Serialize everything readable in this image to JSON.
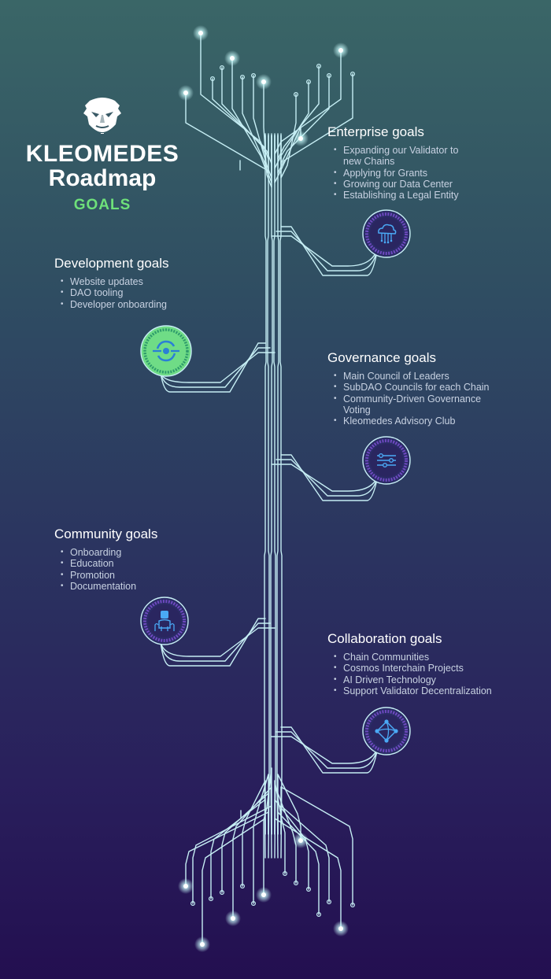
{
  "brand": {
    "logo_icon": "kleomedes-face-icon",
    "title_line1": "KLEOMEDES",
    "title_line2": "Roadmap",
    "subtitle": "GOALS"
  },
  "colors": {
    "circuit": "#c6eef4",
    "glow": "#ccffff",
    "accent_green": "#6ee17a",
    "badge_purple": "#5e3aa6",
    "icon_blue": "#4aa9f5"
  },
  "goals": {
    "enterprise": {
      "title": "Enterprise goals",
      "items": [
        "Expanding our Validator to",
        "new Chains",
        "Applying for Grants",
        "Growing our Data Center",
        "Establishing a Legal Entity"
      ],
      "icon": "cloud-network-icon"
    },
    "development": {
      "title": "Development goals",
      "items": [
        "Website updates",
        "DAO tooling",
        "Developer onboarding"
      ],
      "icon": "code-sync-icon"
    },
    "governance": {
      "title": "Governance goals",
      "items": [
        "Main Council of Leaders",
        "SubDAO Councils for each Chain",
        "Community-Driven Governance",
        "Voting",
        "Kleomedes Advisory Club"
      ],
      "icon": "sliders-network-icon"
    },
    "community": {
      "title": "Community goals",
      "items": [
        "Onboarding",
        "Education",
        "Promotion",
        "Documentation"
      ],
      "icon": "people-leader-icon"
    },
    "collaboration": {
      "title": "Collaboration goals",
      "items": [
        "Chain Communities",
        "Cosmos Interchain Projects",
        "AI Driven Technology",
        "Support Validator Decentralization"
      ],
      "icon": "hub-connection-icon"
    }
  }
}
